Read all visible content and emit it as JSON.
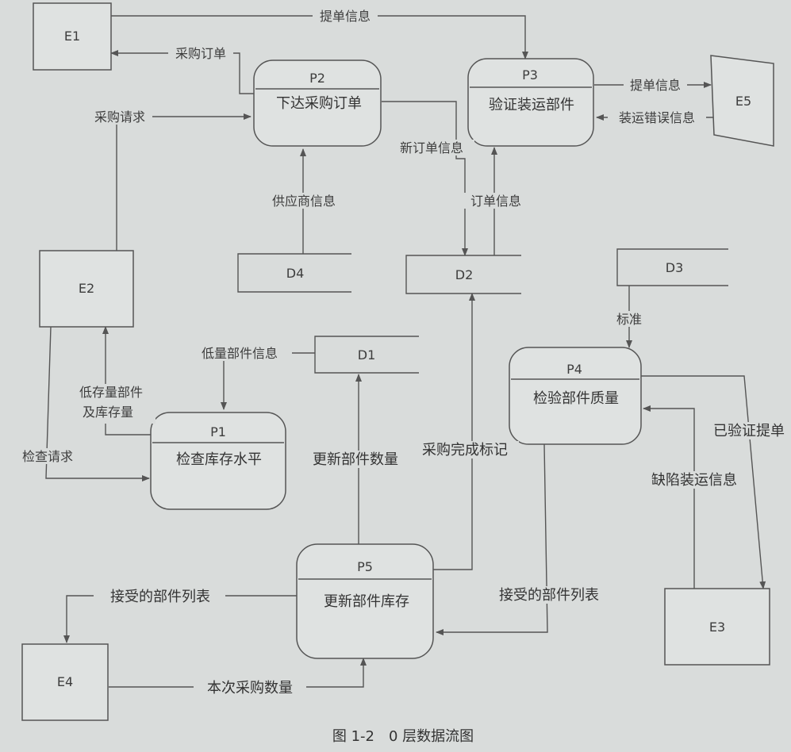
{
  "entities": {
    "e1": "E1",
    "e2": "E2",
    "e3": "E3",
    "e4": "E4",
    "e5": "E5"
  },
  "processes": {
    "p1": {
      "id": "P1",
      "name": "检查库存水平"
    },
    "p2": {
      "id": "P2",
      "name": "下达采购订单"
    },
    "p3": {
      "id": "P3",
      "name": "验证装运部件"
    },
    "p4": {
      "id": "P4",
      "name": "检验部件质量"
    },
    "p5": {
      "id": "P5",
      "name": "更新部件库存"
    }
  },
  "stores": {
    "d1": "D1",
    "d2": "D2",
    "d3": "D3",
    "d4": "D4"
  },
  "flows": {
    "bill_info_e1_p3": "提单信息",
    "purchase_order": "采购订单",
    "purchase_request": "采购请求",
    "new_order_info": "新订单信息",
    "bill_info_p3_e5": "提单信息",
    "shipping_error_info": "装运错误信息",
    "supplier_info": "供应商信息",
    "order_info": "订单信息",
    "standard": "标准",
    "low_stock_info": "低量部件信息",
    "low_stock_parts_line1": "低存量部件",
    "low_stock_parts_line2": "及库存量",
    "check_request": "检查请求",
    "update_part_qty": "更新部件数量",
    "purchase_complete_mark": "采购完成标记",
    "verified_bill": "已验证提单",
    "defect_shipping_info": "缺陷装运信息",
    "accepted_parts_list_p4": "接受的部件列表",
    "accepted_parts_list_e4": "接受的部件列表",
    "purchase_qty": "本次采购数量"
  },
  "caption": "图 1-2　0 层数据流图",
  "colors": {
    "line": "#555555",
    "background": "#d9dcdb",
    "text": "#3d3d3d"
  }
}
